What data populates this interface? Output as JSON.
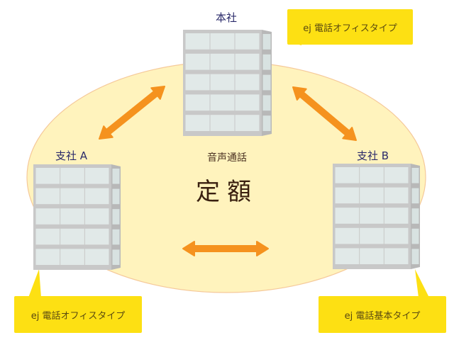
{
  "colors": {
    "ellipse_fill": "#fff3bd",
    "ellipse_stroke": "#f5c99a",
    "arrow": "#f5921e",
    "callout": "#fde013",
    "building_frame": "#c8c8c8",
    "building_window": "#e1e9e8",
    "building_side": "#b8b8b8"
  },
  "offices": {
    "hq": {
      "label": "本社",
      "callout": "ej 電話オフィスタイプ"
    },
    "branch_a": {
      "label": "支社 A",
      "callout": "ej 電話オフィスタイプ"
    },
    "branch_b": {
      "label": "支社 B",
      "callout": "ej 電話基本タイプ"
    }
  },
  "center": {
    "subtitle": "音声通話",
    "title": "定額"
  }
}
